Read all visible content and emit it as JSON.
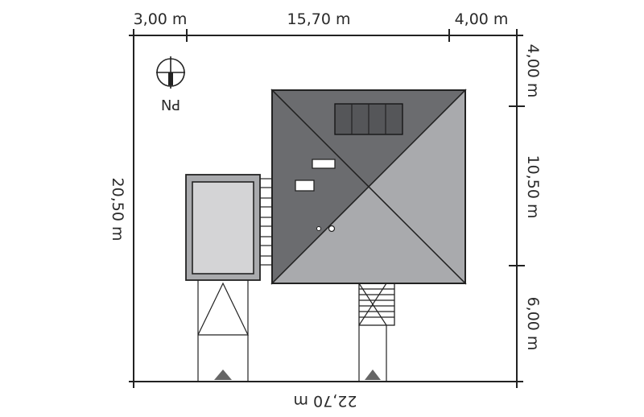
{
  "dimensions": {
    "top_left": "3,00 m",
    "top_middle": "15,70 m",
    "top_right": "4,00 m",
    "right_top": "4,00 m",
    "right_middle": "10,50 m",
    "right_bottom": "6,00 m",
    "left": "20,50 m",
    "bottom": "22,70 m"
  },
  "north_label": "PN",
  "colors": {
    "roof_dark": "#6b6c6f",
    "roof_light": "#a9aaad",
    "garage_frame": "#a9aaad",
    "garage_inner": "#d4d4d6",
    "arrow": "#666666"
  }
}
